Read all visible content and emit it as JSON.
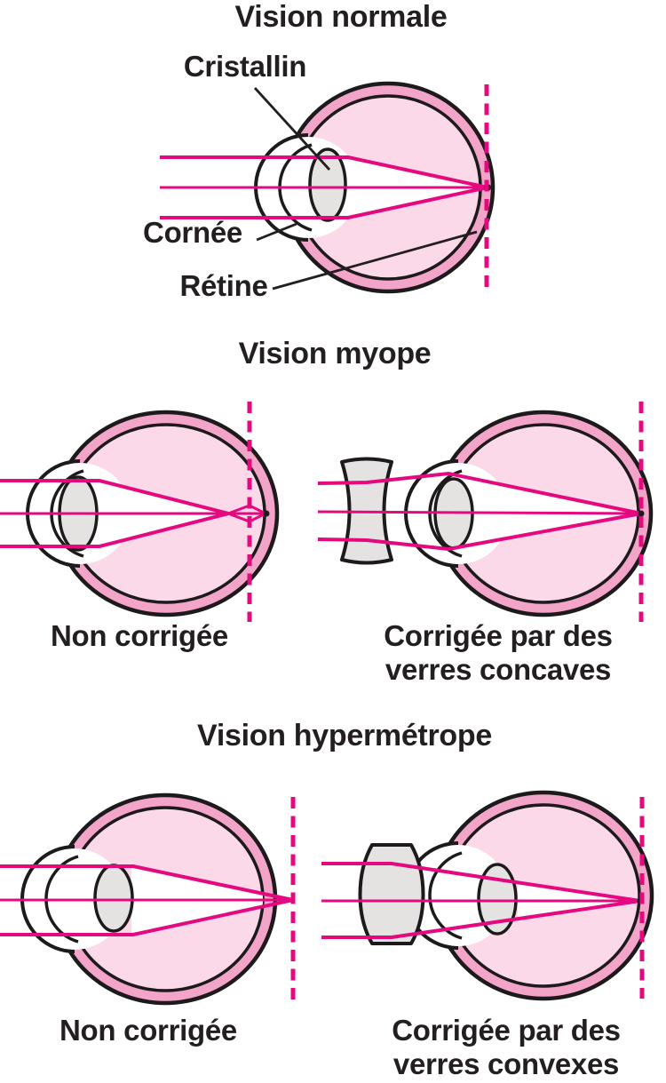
{
  "sections": {
    "normal": {
      "title": "Vision normale",
      "labels": {
        "cristallin": "Cristallin",
        "cornee": "Cornée",
        "retine": "Rétine"
      }
    },
    "myope": {
      "title": "Vision myope",
      "caption_left": "Non corrigée",
      "caption_right_line1": "Corrigée par des",
      "caption_right_line2": "verres concaves"
    },
    "hypermetrope": {
      "title": "Vision hypermétrope",
      "caption_left": "Non corrigée",
      "caption_right_line1": "Corrigée par des",
      "caption_right_line2": "verres convexes"
    }
  },
  "colors": {
    "ray": "#e5097f",
    "sclera": "#f3a5c9",
    "interior": "#fbd9e8",
    "lens": "#e4e3e2",
    "outline": "#1d1a1b",
    "text": "#231f20",
    "bg": "#ffffff"
  }
}
